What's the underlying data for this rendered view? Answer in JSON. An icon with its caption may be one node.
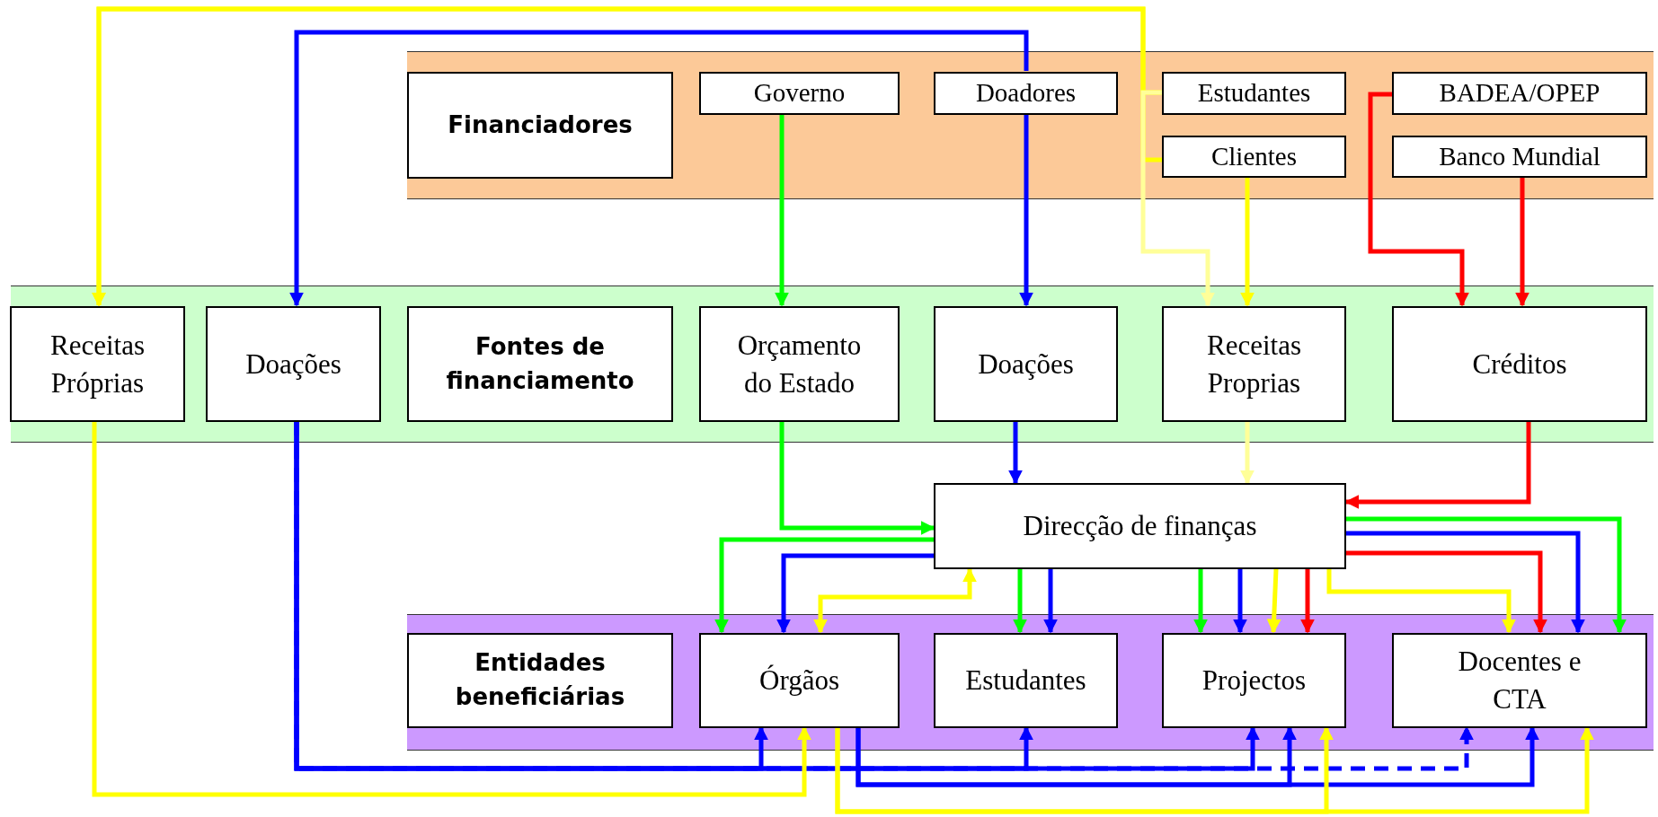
{
  "diagram": {
    "nodes": [
      {
        "text": [],
        "shape": "band"
      },
      {
        "text": [
          "Financiadores"
        ],
        "in": 0
      },
      {
        "text": [
          "Governo"
        ],
        "in": 0
      },
      {
        "text": [
          "Doadores"
        ],
        "in": 0
      },
      {
        "text": [
          "Estudantes"
        ],
        "in": 0
      },
      {
        "text": [
          "Clientes"
        ],
        "in": 0
      },
      {
        "text": [
          "BADEA/OPEP"
        ],
        "in": 0
      },
      {
        "text": [
          "Banco Mundial"
        ],
        "in": 0
      },
      {
        "text": [],
        "shape": "band"
      },
      {
        "text": [
          "Receitas Próprias"
        ],
        "in": 8
      },
      {
        "text": [
          "Doações"
        ],
        "in": 8
      },
      {
        "text": [
          "Fontes de financiamento"
        ],
        "in": 8
      },
      {
        "text": [
          "Orçamento do Estado"
        ],
        "in": 8
      },
      {
        "text": [
          "Doações"
        ],
        "in": 8
      },
      {
        "text": [
          "Receitas Proprias"
        ],
        "in": 8
      },
      {
        "text": [
          "Créditos"
        ],
        "in": 8
      },
      {
        "text": [
          "Direcção de finanças"
        ]
      },
      {
        "text": [],
        "shape": "band"
      },
      {
        "text": [
          "Entidades beneficiárias"
        ],
        "in": 17
      },
      {
        "text": [
          "Órgãos"
        ],
        "in": 17
      },
      {
        "text": [
          "Estudantes"
        ],
        "in": 17
      },
      {
        "text": [
          "Projectos"
        ],
        "in": 17
      },
      {
        "text": [
          "Docentes e CTA"
        ],
        "in": 17
      }
    ],
    "edges": [
      {
        "from": 4,
        "to": 9,
        "arrow": "to",
        "color": "#ffff00"
      },
      {
        "from": 5,
        "to": 9,
        "arrow": "to",
        "color": "#ffff00"
      },
      {
        "from": 4,
        "to": 14,
        "arrow": "to",
        "color": "#ffff99"
      },
      {
        "from": 5,
        "to": 14,
        "arrow": "to",
        "color": "#ffff00"
      },
      {
        "from": 3,
        "to": 10,
        "arrow": "to",
        "color": "#0000ff"
      },
      {
        "from": 3,
        "to": 13,
        "arrow": "to",
        "color": "#0000ff"
      },
      {
        "from": 2,
        "to": 12,
        "arrow": "to",
        "color": "#00ff00"
      },
      {
        "from": 6,
        "to": 15,
        "arrow": "to",
        "color": "#ff0000"
      },
      {
        "from": 7,
        "to": 15,
        "arrow": "to",
        "color": "#ff0000"
      },
      {
        "from": 12,
        "to": 16,
        "arrow": "to",
        "color": "#00ff00"
      },
      {
        "from": 13,
        "to": 16,
        "arrow": "to",
        "color": "#0000ff"
      },
      {
        "from": 14,
        "to": 16,
        "arrow": "to",
        "color": "#ffff99"
      },
      {
        "from": 15,
        "to": 16,
        "arrow": "to",
        "color": "#ff0000"
      },
      {
        "from": 16,
        "to": 19,
        "arrow": "to",
        "color": "#00ff00"
      },
      {
        "from": 16,
        "to": 19,
        "arrow": "to",
        "color": "#0000ff"
      },
      {
        "from": 16,
        "to": 19,
        "arrow": "both",
        "color": "#ffff00"
      },
      {
        "from": 16,
        "to": 20,
        "arrow": "to",
        "color": "#00ff00"
      },
      {
        "from": 16,
        "to": 20,
        "arrow": "to",
        "color": "#0000ff"
      },
      {
        "from": 16,
        "to": 21,
        "arrow": "to",
        "color": "#00ff00"
      },
      {
        "from": 16,
        "to": 21,
        "arrow": "to",
        "color": "#0000ff"
      },
      {
        "from": 16,
        "to": 21,
        "arrow": "to",
        "color": "#ffff00"
      },
      {
        "from": 16,
        "to": 21,
        "arrow": "to",
        "color": "#ff0000"
      },
      {
        "from": 16,
        "to": 22,
        "arrow": "to",
        "color": "#ffff00"
      },
      {
        "from": 16,
        "to": 22,
        "arrow": "to",
        "color": "#ff0000"
      },
      {
        "from": 16,
        "to": 22,
        "arrow": "to",
        "color": "#0000ff"
      },
      {
        "from": 16,
        "to": 22,
        "arrow": "to",
        "color": "#00ff00"
      },
      {
        "from": 10,
        "to": 19,
        "arrow": "to",
        "color": "#0000ff"
      },
      {
        "from": 10,
        "to": 20,
        "arrow": "to",
        "color": "#0000ff"
      },
      {
        "from": 10,
        "to": 21,
        "arrow": "to",
        "color": "#0000ff"
      },
      {
        "from": 10,
        "to": 22,
        "arrow": "to",
        "color": "#0000ff",
        "style": "dashed"
      },
      {
        "from": 19,
        "to": 21,
        "arrow": "to",
        "color": "#0000ff"
      },
      {
        "from": 19,
        "to": 22,
        "arrow": "to",
        "color": "#0000ff"
      },
      {
        "from": 9,
        "to": 19,
        "arrow": "to",
        "color": "#ffff00"
      },
      {
        "from": 19,
        "to": 21,
        "arrow": "to",
        "color": "#ffff00"
      },
      {
        "from": 19,
        "to": 22,
        "arrow": "to",
        "color": "#ffff00"
      }
    ]
  }
}
